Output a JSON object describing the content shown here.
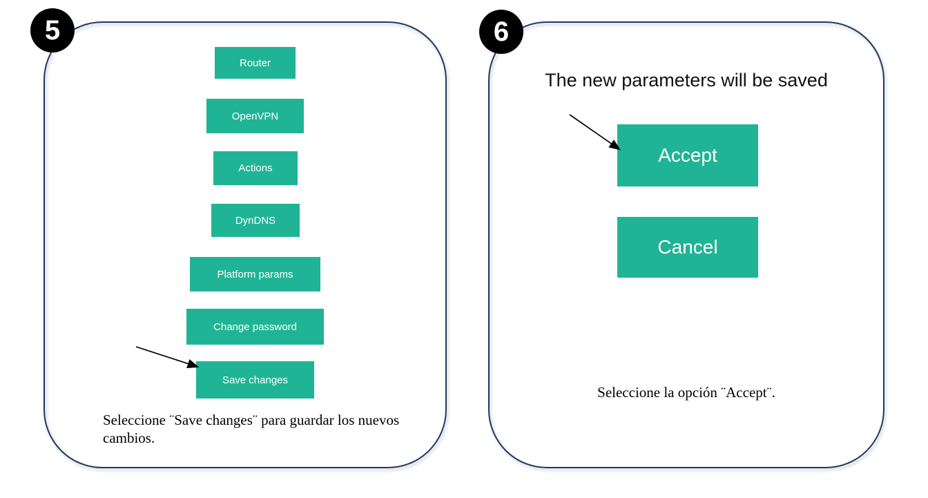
{
  "colors": {
    "accent_teal": "#20b496",
    "panel_border_navy": "#1f3864",
    "step_badge_black": "#000000",
    "button_text_white": "#ffffff"
  },
  "panels": [
    {
      "step": "5",
      "buttons": [
        "Router",
        "OpenVPN",
        "Actions",
        "DynDNS",
        "Platform params",
        "Change password",
        "Save changes"
      ],
      "caption": "Seleccione ¨Save changes¨ para guardar los nuevos cambios."
    },
    {
      "step": "6",
      "heading": "The new parameters will be saved",
      "buttons": [
        "Accept",
        "Cancel"
      ],
      "caption": "Seleccione la opción ¨Accept¨."
    }
  ]
}
